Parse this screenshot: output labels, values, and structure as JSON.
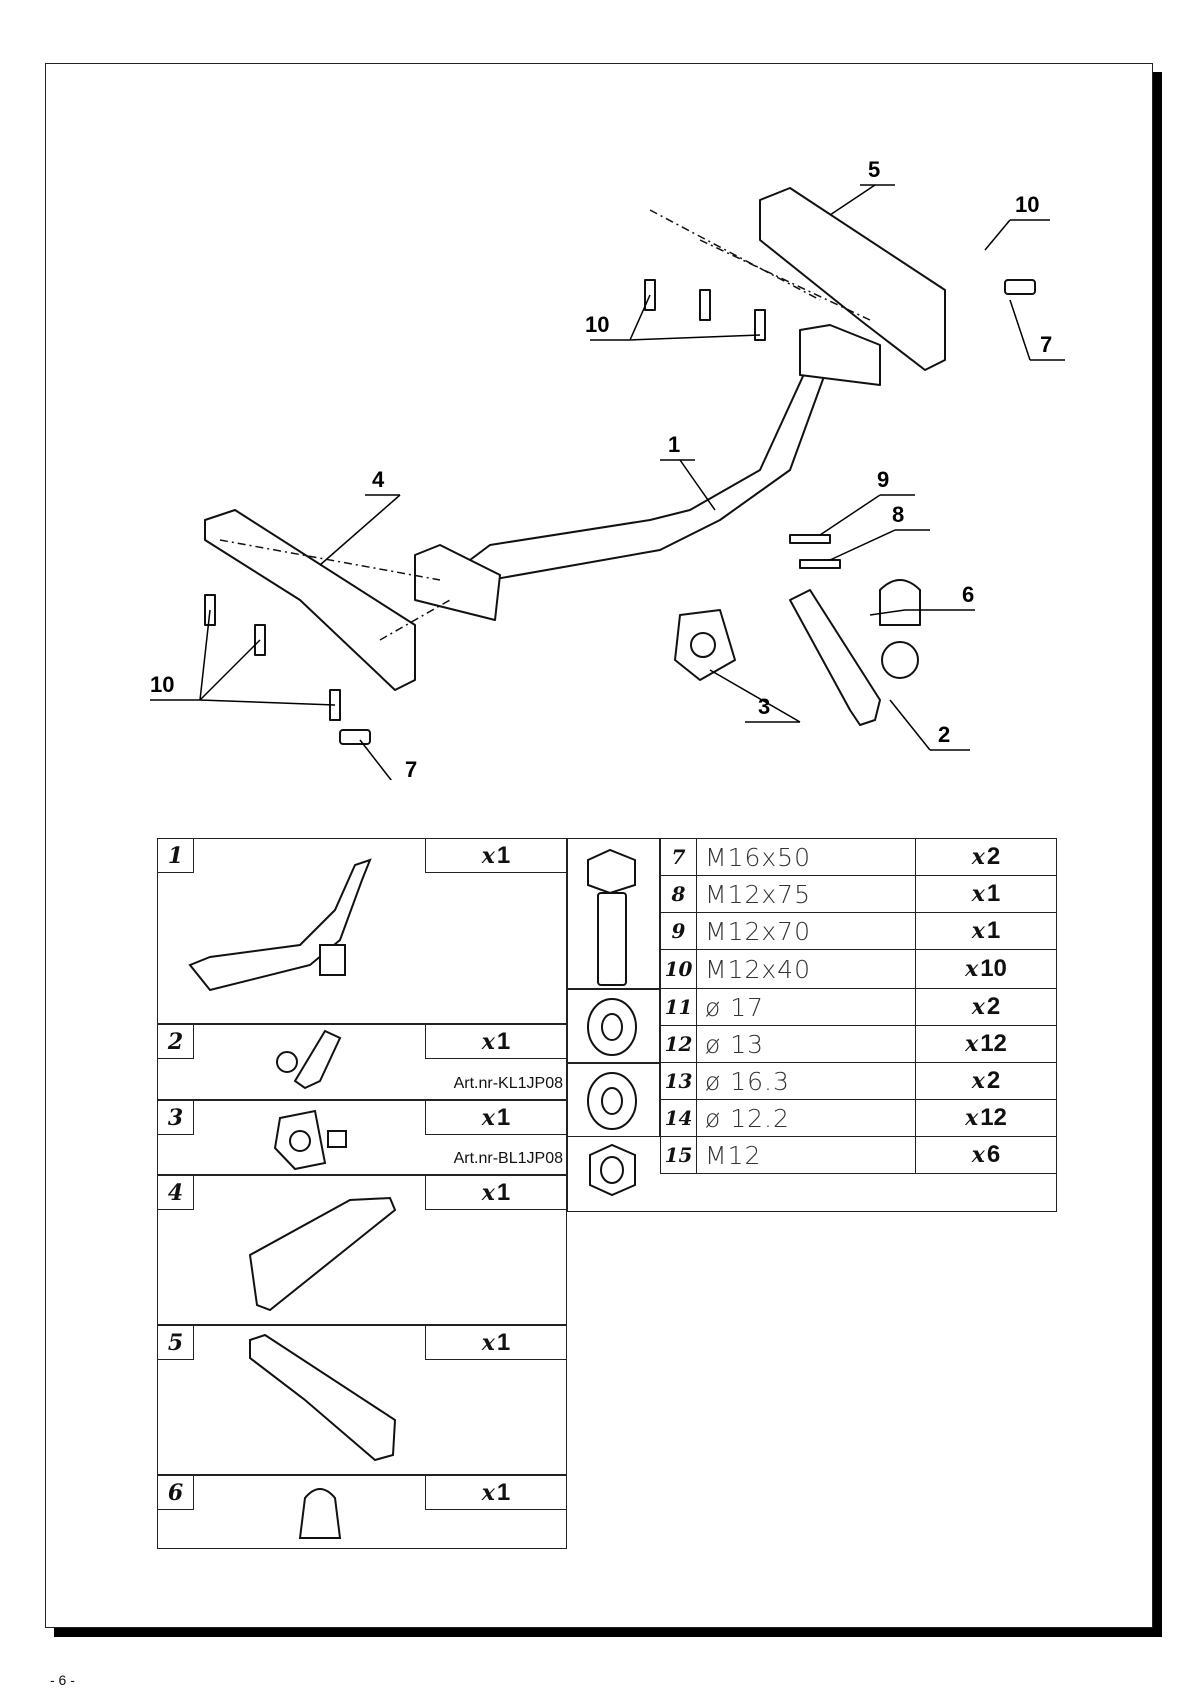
{
  "page_number": "- 6 -",
  "callouts": [
    "1",
    "2",
    "3",
    "4",
    "5",
    "6",
    "7",
    "8",
    "9",
    "10"
  ],
  "parts": [
    {
      "id": "1",
      "qty_prefix": "x",
      "qty": "1",
      "art": ""
    },
    {
      "id": "2",
      "qty_prefix": "x",
      "qty": "1",
      "art": "Art.nr-KL1JP08"
    },
    {
      "id": "3",
      "qty_prefix": "x",
      "qty": "1",
      "art": "Art.nr-BL1JP08"
    },
    {
      "id": "4",
      "qty_prefix": "x",
      "qty": "1",
      "art": ""
    },
    {
      "id": "5",
      "qty_prefix": "x",
      "qty": "1",
      "art": ""
    },
    {
      "id": "6",
      "qty_prefix": "x",
      "qty": "1",
      "art": ""
    }
  ],
  "hardware": [
    {
      "id": "7",
      "spec": "M16x50",
      "qty_prefix": "x",
      "qty": "2"
    },
    {
      "id": "8",
      "spec": "M12x75",
      "qty_prefix": "x",
      "qty": "1"
    },
    {
      "id": "9",
      "spec": "M12x70",
      "qty_prefix": "x",
      "qty": "1"
    },
    {
      "id": "10",
      "spec": "M12x40",
      "qty_prefix": "x",
      "qty": "10"
    },
    {
      "id": "11",
      "spec": "ø 17",
      "qty_prefix": "x",
      "qty": "2"
    },
    {
      "id": "12",
      "spec": "ø 13",
      "qty_prefix": "x",
      "qty": "12"
    },
    {
      "id": "13",
      "spec": "ø 16.3",
      "qty_prefix": "x",
      "qty": "2"
    },
    {
      "id": "14",
      "spec": "ø 12.2",
      "qty_prefix": "x",
      "qty": "12"
    },
    {
      "id": "15",
      "spec": "M12",
      "qty_prefix": "x",
      "qty": "6"
    }
  ]
}
